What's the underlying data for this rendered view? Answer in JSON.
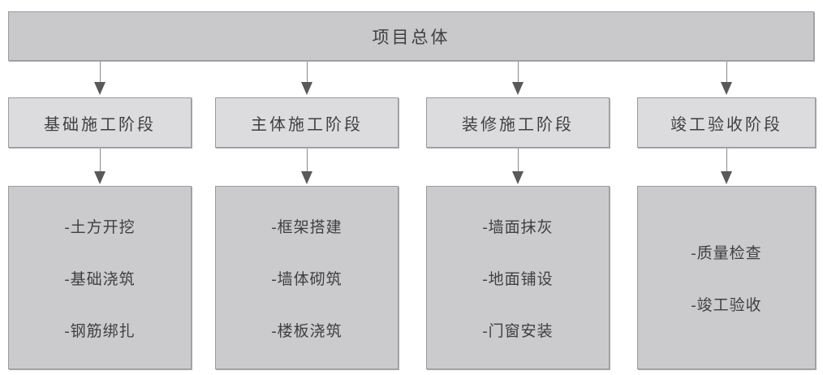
{
  "root": {
    "label": "项目总体"
  },
  "stages": [
    {
      "label": "基础施工阶段",
      "items": [
        "-土方开挖",
        "-基础浇筑",
        "-钢筋绑扎"
      ]
    },
    {
      "label": "主体施工阶段",
      "items": [
        "-框架搭建",
        "-墙体砌筑",
        "-楼板浇筑"
      ]
    },
    {
      "label": "装修施工阶段",
      "items": [
        "-墙面抹灰",
        "-地面铺设",
        "-门窗安装"
      ]
    },
    {
      "label": "竣工验收阶段",
      "items": [
        "-质量检查",
        "-竣工验收"
      ]
    }
  ],
  "colors": {
    "root_fill": "#c9c9cc",
    "stage_fill": "#dcdcde",
    "detail_fill": "#cbcbcd",
    "border": "#9b9b9e",
    "arrow": "#59595b",
    "text": "#3f3f41",
    "background": "#ffffff"
  }
}
